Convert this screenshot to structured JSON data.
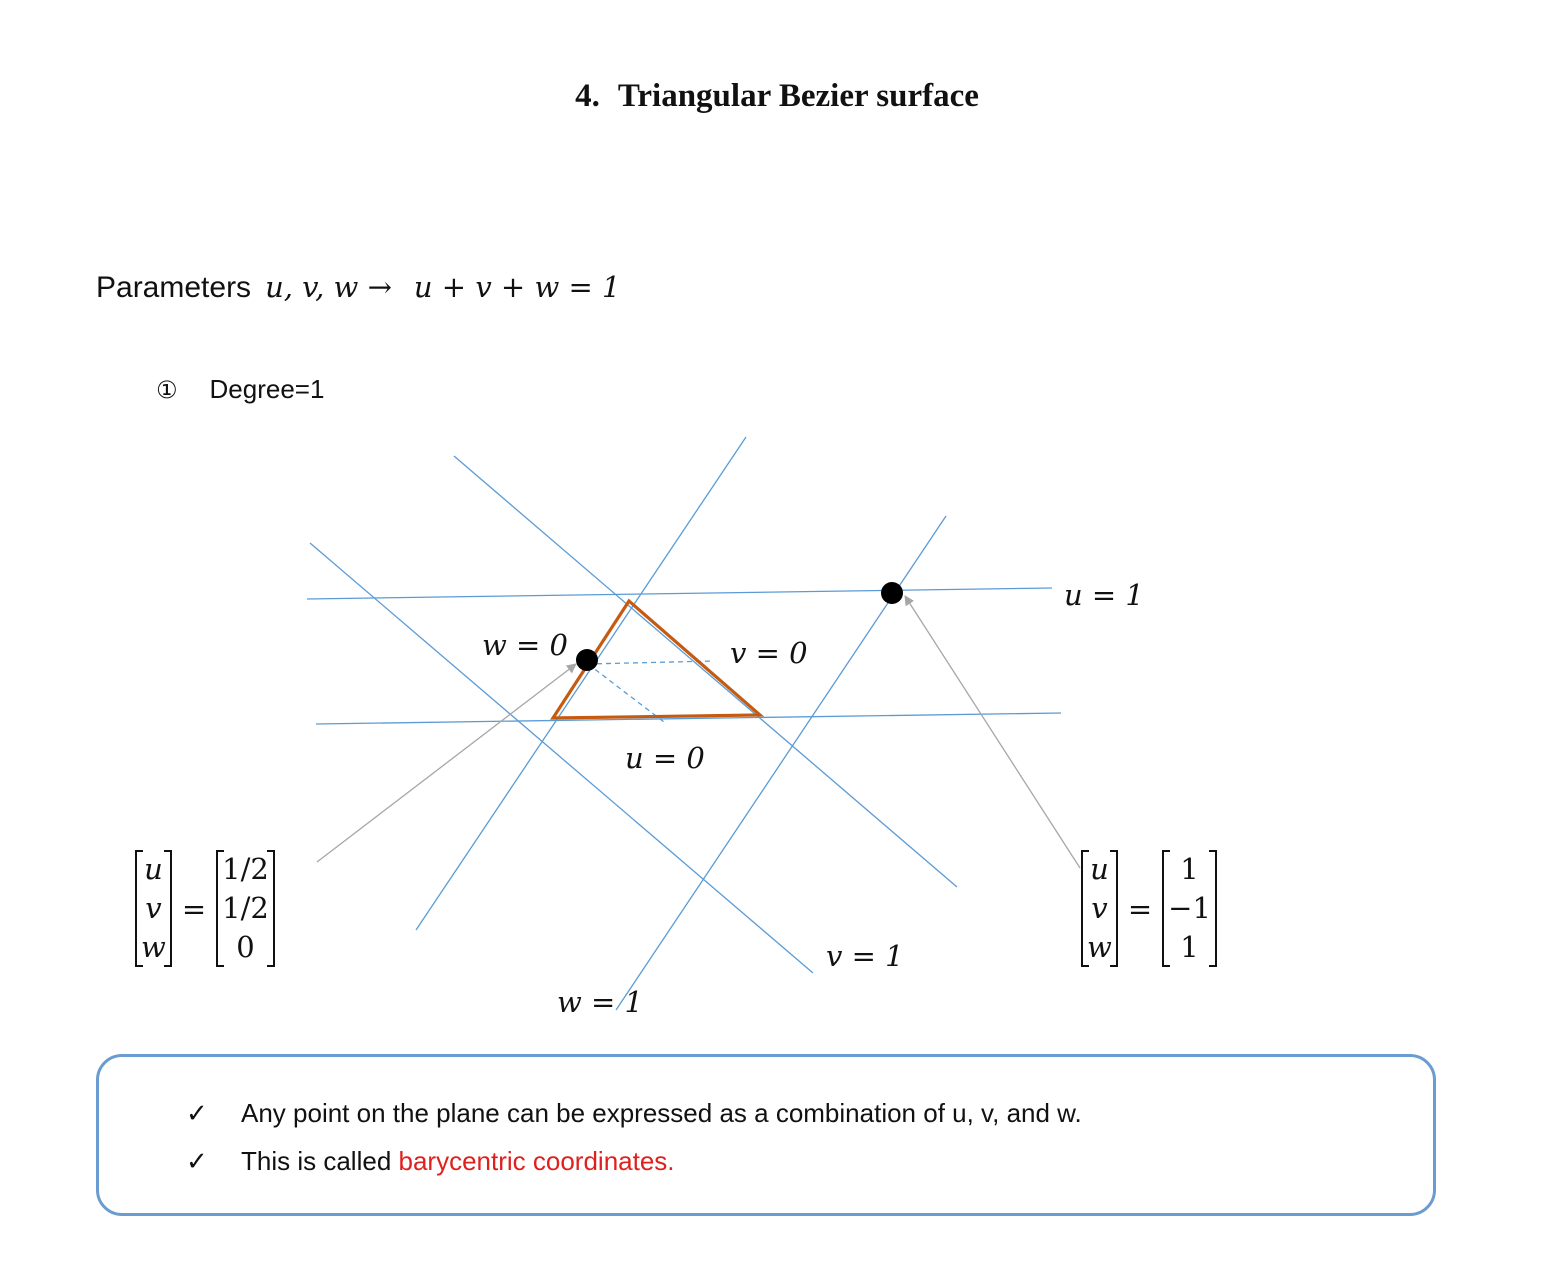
{
  "title": {
    "number": "4.",
    "text": "Triangular Bezier surface"
  },
  "parameters": {
    "label": "Parameters",
    "vars": "u, v, w  →",
    "equation": "u + v + w = 1"
  },
  "degree": {
    "marker": "①",
    "text": "Degree=1"
  },
  "diagram": {
    "line_labels": {
      "u1": "u = 1",
      "w0": "w = 0",
      "v0": "v = 0",
      "u0": "u = 0",
      "v1": "v = 1",
      "w1": "w = 1"
    },
    "colors": {
      "lines": "#5b9bd5",
      "triangle": "#c55a11",
      "arrows": "#a6a6a6",
      "points": "#000000"
    },
    "left_equation": {
      "vars": [
        "u",
        "v",
        "w"
      ],
      "equals": "=",
      "values": [
        "1/2",
        "1/2",
        "0"
      ]
    },
    "right_equation": {
      "vars": [
        "u",
        "v",
        "w"
      ],
      "equals": "=",
      "values": [
        "1",
        "−1",
        "1"
      ]
    }
  },
  "notes": {
    "check_icon": "✓",
    "line1": "Any point on the plane can be expressed as a combination of u, v, and w.",
    "line2_prefix": "This is called ",
    "line2_highlight": "barycentric coordinates."
  }
}
